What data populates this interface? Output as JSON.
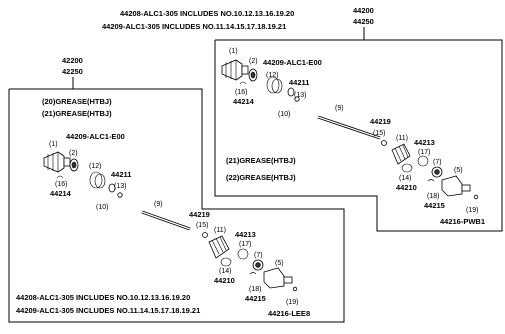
{
  "top_notes": {
    "line1": "44208-ALC1-305 INCLUDES NO.10.12.13.16.19.20",
    "line2": "44209-ALC1-305 INCLUDES NO.11.14.15.17.18.19.21"
  },
  "right_assembly": {
    "numbers": [
      "44200",
      "44250"
    ],
    "part_labels": {
      "p1": "(1)",
      "p2": "(2)",
      "p16": "(16)",
      "p44214": "44214",
      "p44209": "44209-ALC1-E00",
      "p12": "(12)",
      "p44211": "44211",
      "p13": "(13)",
      "p10": "(10)",
      "p9": "(9)",
      "p44219": "44219",
      "p15": "(15)",
      "p11": "(11)",
      "p44213": "44213",
      "p17": "(17)",
      "p7": "(7)",
      "p14": "(14)",
      "p44210": "44210",
      "p5": "(5)",
      "p18": "(18)",
      "p44215": "44215",
      "p19": "(19)",
      "p44216": "44216-PWB1"
    },
    "grease1": "(21)GREASE(HTBJ)",
    "grease2": "(22)GREASE(HTBJ)"
  },
  "left_assembly": {
    "numbers": [
      "42200",
      "42250"
    ],
    "grease1": "(20)GREASE(HTBJ)",
    "grease2": "(21)GREASE(HTBJ)",
    "part_labels": {
      "p44209": "44209-ALC1-E00",
      "p1": "(1)",
      "p2": "(2)",
      "p16": "(16)",
      "p44214": "44214",
      "p12": "(12)",
      "p44211": "44211",
      "p13": "(13)",
      "p10": "(10)",
      "p9": "(9)",
      "p44219": "44219",
      "p15": "(15)",
      "p11": "(11)",
      "p44213": "44213",
      "p17": "(17)",
      "p7": "(7)",
      "p14": "(14)",
      "p44210": "44210",
      "p5": "(5)",
      "p18": "(18)",
      "p44215": "44215",
      "p19": "(19)",
      "p44216": "44216-LEE8"
    }
  },
  "bottom_notes": {
    "line1": "44208-ALC1-305 INCLUDES NO.10.12.13.16.19.20",
    "line2": "44209-ALC1-305 INCLUDES NO.11.14.15.17.18.19.21"
  }
}
